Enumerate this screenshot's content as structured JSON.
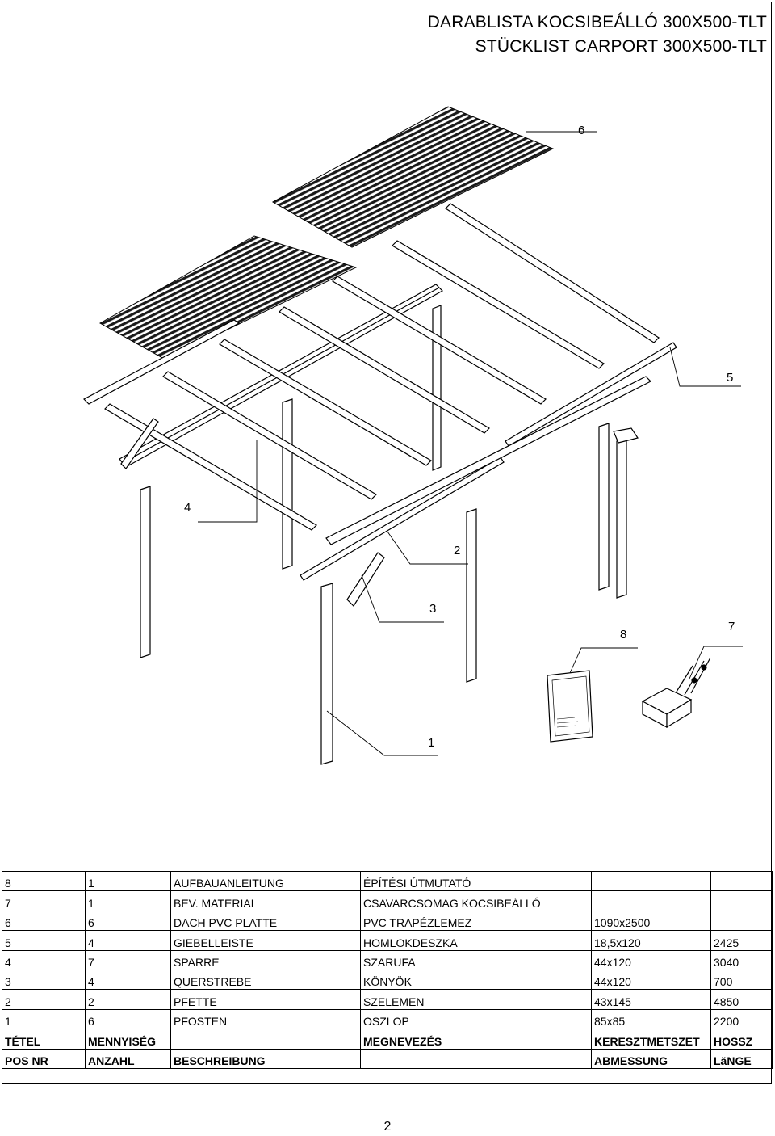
{
  "header": {
    "title_hu": "DARABLISTA KOCSIBEÁLLÓ 300X500-TLT",
    "title_de": "STÜCKLIST CARPORT 300X500-TLT"
  },
  "callouts": {
    "c6": "6",
    "c5": "5",
    "c4": "4",
    "c2": "2",
    "c3": "3",
    "c8": "8",
    "c7": "7",
    "c1": "1"
  },
  "parts_table": {
    "rows": [
      {
        "pos": "8",
        "qty": "1",
        "desc_de": "AUFBAUANLEITUNG",
        "desc_hu": "ÉPÍTÉSI ÚTMUTATÓ",
        "dim": "",
        "length": ""
      },
      {
        "pos": "7",
        "qty": "1",
        "desc_de": "BEV. MATERIAL",
        "desc_hu": "CSAVARCSOMAG KOCSIBEÁLLÓ",
        "dim": "",
        "length": ""
      },
      {
        "pos": "6",
        "qty": "6",
        "desc_de": "DACH PVC PLATTE",
        "desc_hu": "PVC TRAPÉZLEMEZ",
        "dim": "1090x2500",
        "length": ""
      },
      {
        "pos": "5",
        "qty": "4",
        "desc_de": "GIEBELLEISTE",
        "desc_hu": "HOMLOKDESZKA",
        "dim": "18,5x120",
        "length": "2425"
      },
      {
        "pos": "4",
        "qty": "7",
        "desc_de": "SPARRE",
        "desc_hu": "SZARUFA",
        "dim": "44x120",
        "length": "3040"
      },
      {
        "pos": "3",
        "qty": "4",
        "desc_de": "QUERSTREBE",
        "desc_hu": "KÖNYÖK",
        "dim": "44x120",
        "length": "700"
      },
      {
        "pos": "2",
        "qty": "2",
        "desc_de": "PFETTE",
        "desc_hu": "SZELEMEN",
        "dim": "43x145",
        "length": "4850"
      },
      {
        "pos": "1",
        "qty": "6",
        "desc_de": "PFOSTEN",
        "desc_hu": "OSZLOP",
        "dim": "85x85",
        "length": "2200"
      }
    ],
    "header_hu": {
      "pos": "TÉTEL",
      "qty": "MENNYISÉG",
      "desc_de": "",
      "desc_hu": "MEGNEVEZÉS",
      "dim": "KERESZTMETSZET",
      "length": "HOSSZ"
    },
    "header_de": {
      "pos": "POS NR",
      "qty": "ANZAHL",
      "desc_de": "BESCHREIBUNG",
      "desc_hu": "",
      "dim": "ABMESSUNG",
      "length": "LäNGE"
    }
  },
  "footer": {
    "page_number": "2"
  }
}
